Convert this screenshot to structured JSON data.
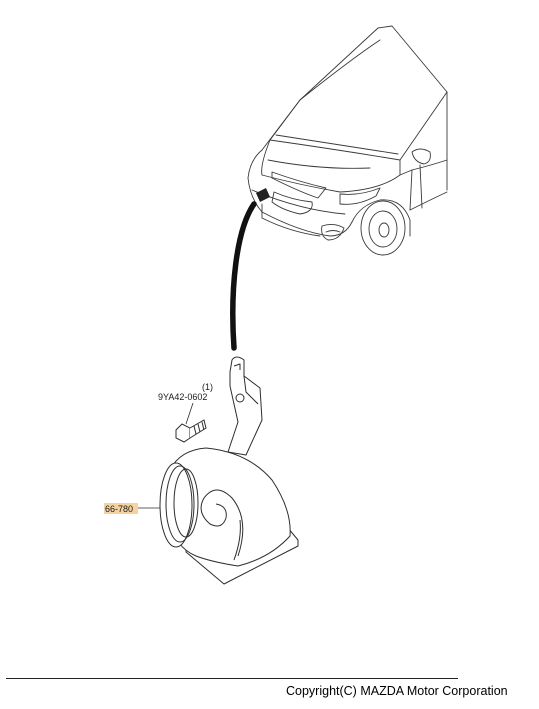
{
  "parts": [
    {
      "code": "9YA42-0602",
      "qty": "(1)"
    },
    {
      "code": "66-780",
      "highlight_color": "#f5d3a0"
    }
  ],
  "footer": {
    "copyright": "Copyright(C) MAZDA Motor Corporation"
  }
}
